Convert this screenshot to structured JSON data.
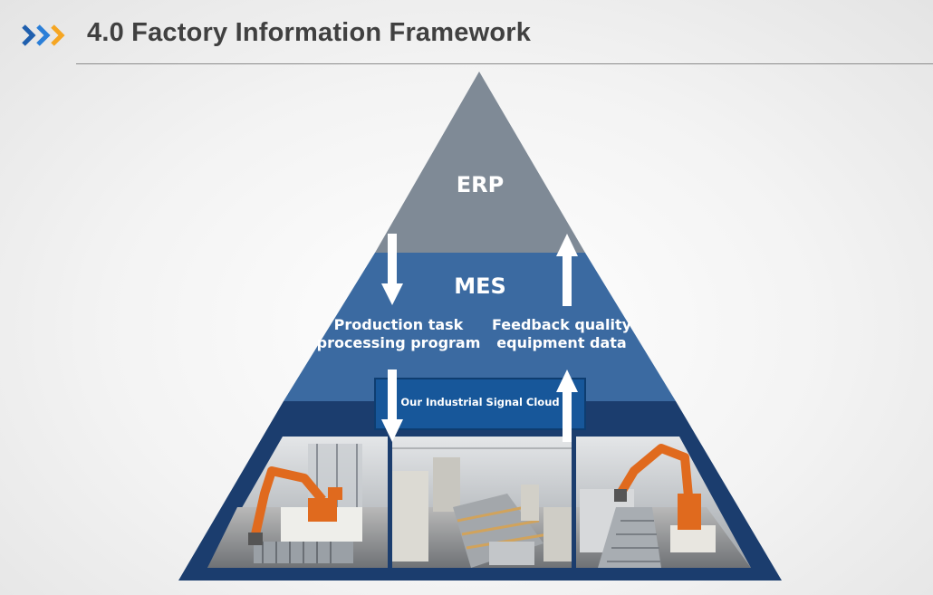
{
  "header": {
    "title": "4.0 Factory Information Framework",
    "chevron_colors": [
      "#1f5fae",
      "#2b7fd8",
      "#f5a623"
    ]
  },
  "pyramid": {
    "top_layer": {
      "label": "ERP",
      "color": "#7f8a96"
    },
    "middle_layer": {
      "label": "MES",
      "color": "#3b6aa1"
    },
    "bottom_layer": {
      "color": "#1b3d6e"
    },
    "down_flow": {
      "line1": "Production task",
      "line2": "processing program"
    },
    "up_flow": {
      "line1": "Feedback quality",
      "line2": "equipment data"
    },
    "cloud_box": {
      "label": "Our Industrial Signal Cloud",
      "color": "#17579a"
    },
    "photos": [
      {
        "icon": "robot-arm-palletizer-photo"
      },
      {
        "icon": "production-line-photo"
      },
      {
        "icon": "robot-arm-conveyor-photo"
      }
    ]
  }
}
